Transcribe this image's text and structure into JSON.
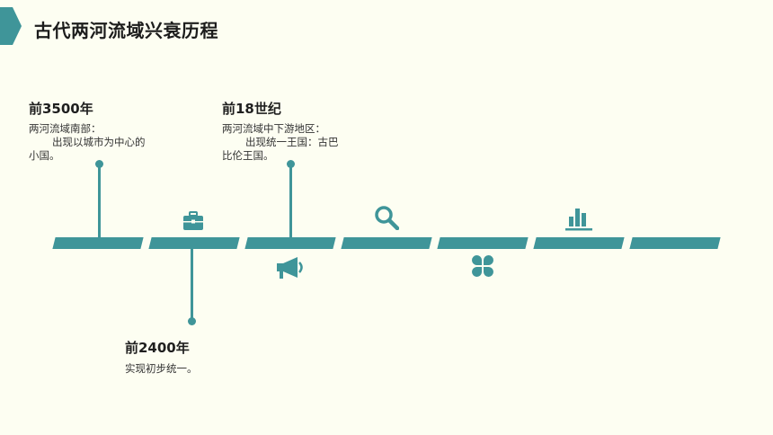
{
  "title": "古代两河流域兴衰历程",
  "accent_color": "#3f9599",
  "background_color": "#fdfef2",
  "events": [
    {
      "year": "前3500年",
      "line1": "两河流域南部：",
      "line2": "出现以城市为中心的",
      "line3": "小国。"
    },
    {
      "year": "前2400年",
      "line1": "实现初步统一。"
    },
    {
      "year": "前18世纪",
      "line1": "两河流域中下游地区：",
      "line2": "出现统一王国：古巴",
      "line3": "比伦王国。"
    }
  ],
  "icons": [
    "briefcase-icon",
    "megaphone-icon",
    "search-icon",
    "clover-icon",
    "bar-chart-icon"
  ]
}
